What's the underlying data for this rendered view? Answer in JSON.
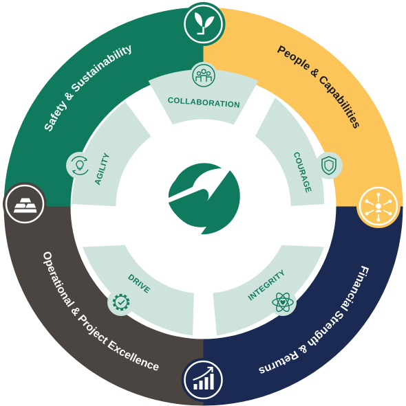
{
  "colors": {
    "green": "#0f7a5e",
    "yellow": "#fbc55a",
    "navy": "#1b2a52",
    "charcoal": "#4a4540",
    "petal": "#cfe3dd",
    "petal_text": "#0f7a5e",
    "center_logo": "#0f7a5e"
  },
  "pillars": [
    {
      "label": "Safety & Sustainability",
      "color": "#0f7a5e",
      "text_color": "#ffffff",
      "icon": "sprout-icon"
    },
    {
      "label": "People & Capabilities",
      "color": "#fbc55a",
      "text_color": "#1a1a1a",
      "icon": "network-people-icon"
    },
    {
      "label": "Financial Strength & Returns",
      "color": "#1b2a52",
      "text_color": "#ffffff",
      "icon": "growth-chart-icon"
    },
    {
      "label": "Operational & Project Excellence",
      "color": "#4a4540",
      "text_color": "#ffffff",
      "icon": "gold-bars-icon"
    }
  ],
  "values": [
    {
      "label": "COLLABORATION",
      "icon": "team-icon"
    },
    {
      "label": "COURAGE",
      "icon": "shield-icon"
    },
    {
      "label": "INTEGRITY",
      "icon": "atom-heart-icon"
    },
    {
      "label": "DRIVE",
      "icon": "gear-check-icon"
    },
    {
      "label": "AGILITY",
      "icon": "lightbulb-cycle-icon"
    }
  ]
}
